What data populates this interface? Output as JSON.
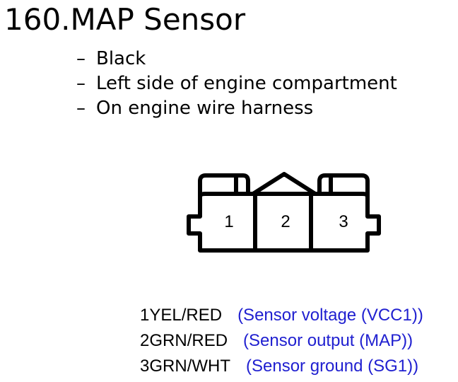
{
  "title": "160.MAP Sensor",
  "bullet_marker": "–",
  "bullets": [
    "Black",
    "Left side of engine compartment",
    "On engine wire harness"
  ],
  "connector": {
    "terminals": [
      "1",
      "2",
      "3"
    ]
  },
  "pins": [
    {
      "num": "1",
      "wire": "YEL/RED",
      "desc": "(Sensor voltage (VCC1))"
    },
    {
      "num": "2",
      "wire": "GRN/RED",
      "desc": "(Sensor output (MAP))"
    },
    {
      "num": "3",
      "wire": "GRN/WHT",
      "desc": "(Sensor ground (SG1))"
    }
  ],
  "colors": {
    "description_text": "#1f1fd0",
    "outline": "#000000"
  }
}
